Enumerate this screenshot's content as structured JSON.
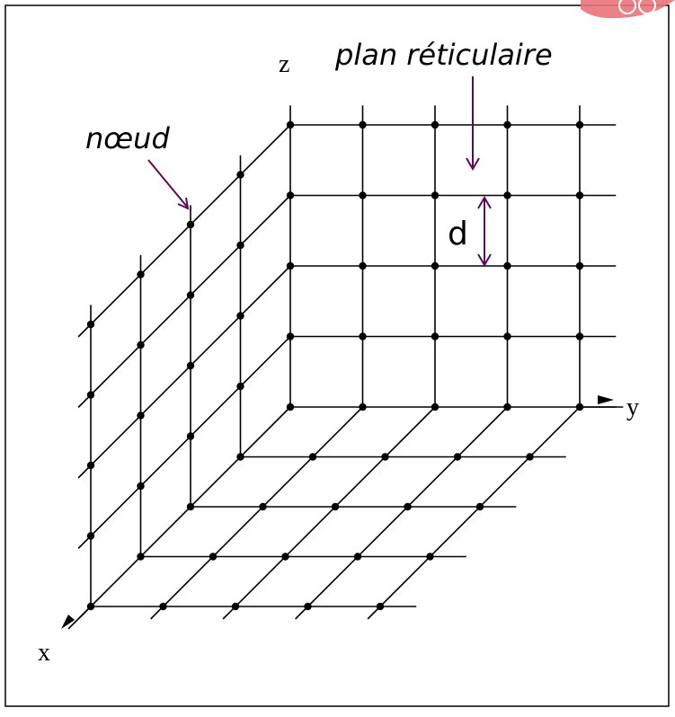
{
  "figure": {
    "axis_labels": {
      "x": "x",
      "y": "y",
      "z": "z"
    },
    "annotations": {
      "noeud": "nœud",
      "plan": "plan réticulaire",
      "d": "d"
    },
    "colors": {
      "lattice": "#000000",
      "annotation": "#5b0a5b",
      "axis_label": "#1a1aff",
      "border": "#000000",
      "corner_logo": "#e8747a"
    },
    "lattice": {
      "nodes_per_edge": 5,
      "description_planes": [
        "back plane (y-z)",
        "left plane (x-z)",
        "floor plane (x-y)"
      ]
    }
  }
}
